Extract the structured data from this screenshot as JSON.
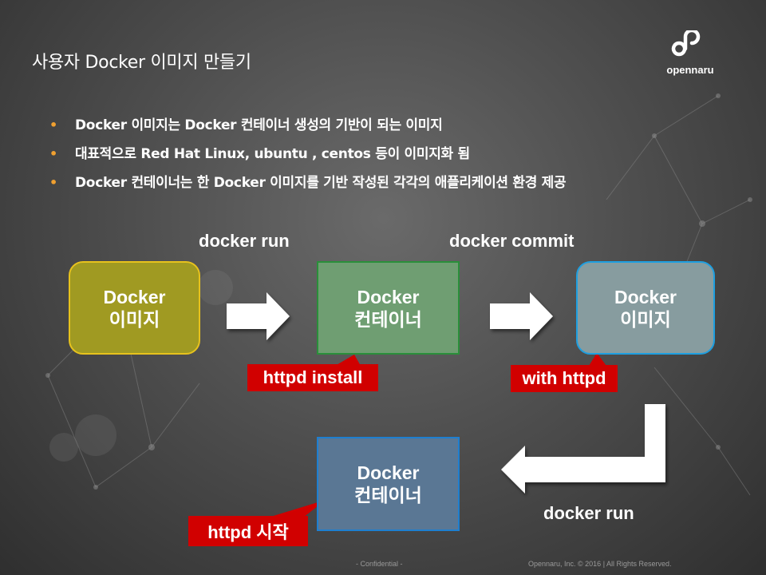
{
  "slide": {
    "title": "사용자 Docker 이미지 만들기",
    "logo_text": "opennaru",
    "bullets": [
      "Docker 이미지는 Docker 컨테이너 생성의 기반이 되는 이미지",
      "대표적으로  Red Hat Linux, ubuntu , centos 등이 이미지화 됨",
      "Docker 컨테이너는 한 Docker 이미지를 기반 작성된 각각의 애플리케이션 환경 제공"
    ],
    "bullet_marker": "•"
  },
  "diagram": {
    "labels": {
      "docker_run_top": "docker run",
      "docker_commit": "docker commit",
      "docker_run_bottom": "docker run"
    },
    "boxes": {
      "image1": {
        "line1": "Docker",
        "line2": "이미지"
      },
      "container1": {
        "line1": "Docker",
        "line2": "컨테이너"
      },
      "image2": {
        "line1": "Docker",
        "line2": "이미지"
      },
      "container2": {
        "line1": "Docker",
        "line2": "컨테이너"
      }
    },
    "callouts": {
      "httpd_install": "httpd install",
      "with_httpd": "with httpd",
      "httpd_start": "httpd 시작"
    }
  },
  "footer": {
    "confidential": "- Confidential -",
    "copyright": "Opennaru, Inc. ©  2016 | All Rights Reserved."
  },
  "colors": {
    "image1_fill": "#a09a22",
    "container1_fill": "#6f9e72",
    "image2_fill": "#879c9f",
    "container2_fill": "#5a7794",
    "callout_red": "#d10000",
    "bullet_orange": "#f0a030"
  }
}
